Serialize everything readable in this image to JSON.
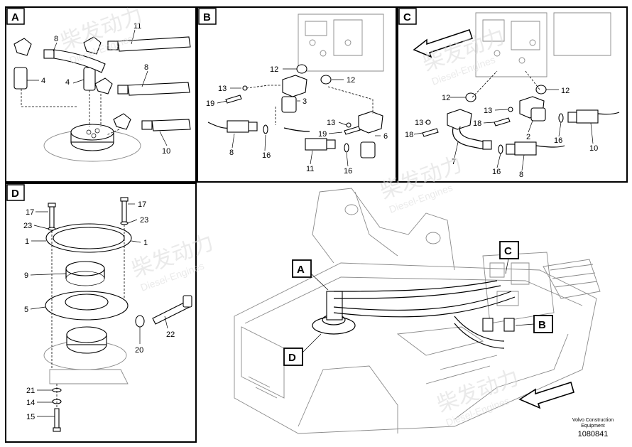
{
  "panels": {
    "A": {
      "letter": "A",
      "labels": [
        "8",
        "11",
        "4",
        "4",
        "8",
        "10"
      ]
    },
    "B": {
      "letter": "B",
      "labels": [
        "12",
        "12",
        "13",
        "19",
        "3",
        "13",
        "19",
        "6",
        "8",
        "16",
        "11",
        "16"
      ]
    },
    "C": {
      "letter": "C",
      "labels": [
        "12",
        "12",
        "13",
        "18",
        "13",
        "18",
        "2",
        "16",
        "10",
        "7",
        "16",
        "8"
      ]
    },
    "D": {
      "letter": "D",
      "labels": [
        "17",
        "17",
        "23",
        "23",
        "1",
        "1",
        "9",
        "5",
        "22",
        "20",
        "21",
        "14",
        "15"
      ]
    }
  },
  "overview": {
    "callouts": [
      "A",
      "C",
      "B",
      "D"
    ]
  },
  "watermark": {
    "brand": "柴发动力",
    "sub": "Diesel-Engines"
  },
  "footer": {
    "line1": "Volvo Construction",
    "line2": "Equipment",
    "number": "1080841"
  }
}
